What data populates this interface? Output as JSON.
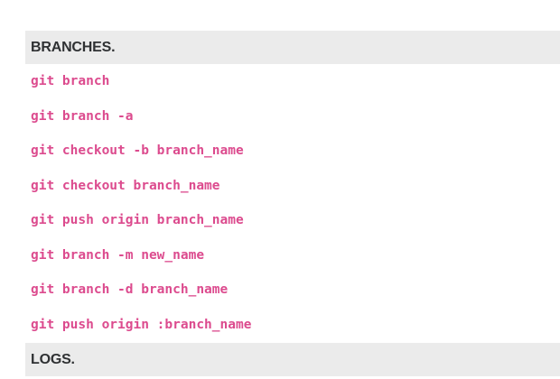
{
  "sections": [
    {
      "title": "BRANCHES.",
      "commands": [
        "git branch",
        "git branch -a",
        "git checkout -b branch_name",
        "git checkout branch_name",
        "git push origin branch_name",
        "git branch -m new_name",
        "git branch -d branch_name",
        "git push origin :branch_name"
      ]
    },
    {
      "title": "LOGS.",
      "commands": []
    }
  ],
  "colors": {
    "header_bg": "#ebebeb",
    "header_text": "#2f3133",
    "command_text": "#dc4b8e"
  }
}
